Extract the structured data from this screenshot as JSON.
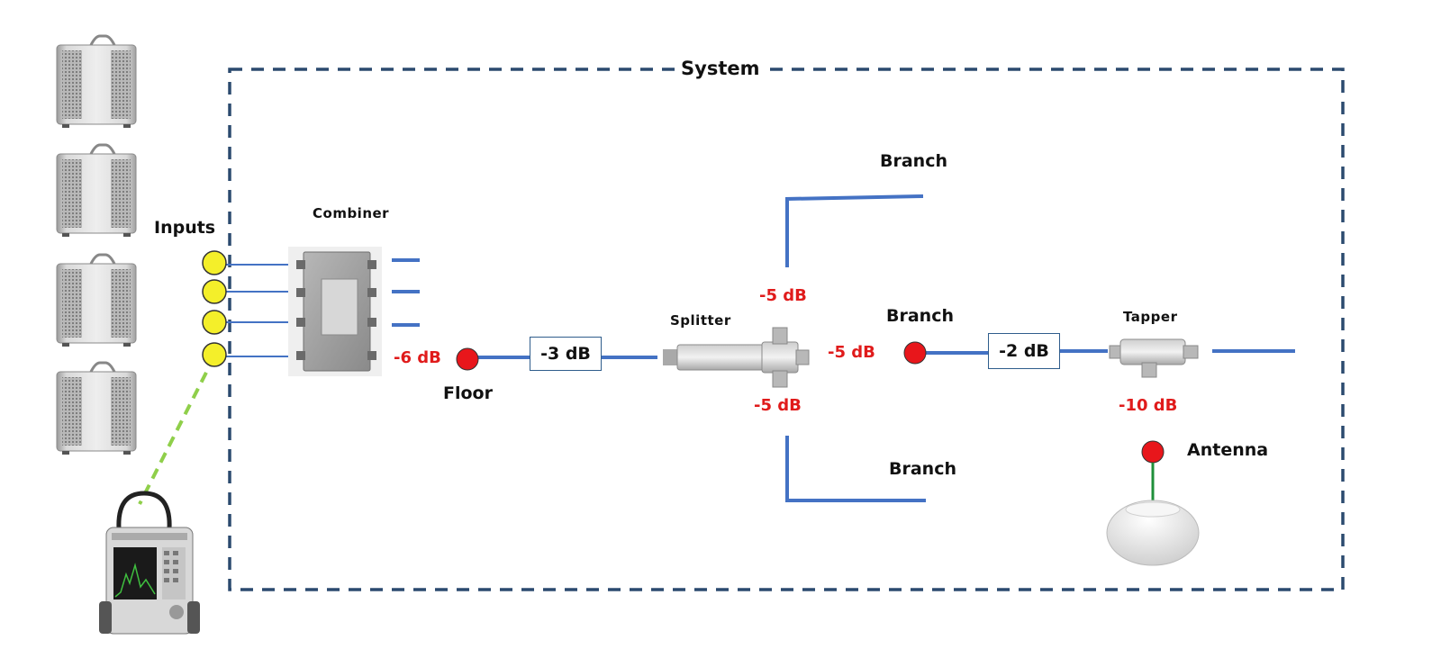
{
  "system": {
    "label": "System"
  },
  "labels": {
    "inputs": "Inputs",
    "combiner": "Combiner",
    "floor": "Floor",
    "splitter": "Splitter",
    "branch_top": "Branch",
    "branch_middle": "Branch",
    "branch_bottom": "Branch",
    "tapper": "Tapper",
    "antenna": "Antenna"
  },
  "losses": {
    "combiner_out": "-6 dB",
    "floor_cable": "-3 dB",
    "splitter_top": "-5 dB",
    "splitter_middle": "-5 dB",
    "splitter_bottom": "-5 dB",
    "branch_cable": "-2 dB",
    "tapper_out": "-10 dB"
  },
  "colors": {
    "frame": "#2b4a6f",
    "cable": "#4472c4",
    "input_port": "#f4ef2a",
    "test_point": "#e8161b",
    "loss_text": "#e01b1b",
    "test_lead": "#8fcf4a",
    "antenna_lead": "#1f8f3a"
  },
  "icons": {
    "sources": "radio-unit-icon",
    "combiner": "combiner-icon",
    "splitter": "splitter-icon",
    "tapper": "tapper-icon",
    "antenna": "ceiling-antenna-icon",
    "analyzer": "spectrum-analyzer-icon"
  }
}
